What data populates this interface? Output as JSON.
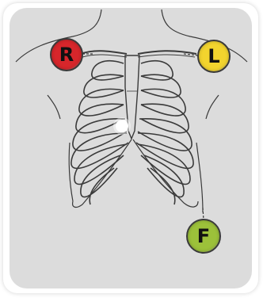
{
  "electrodes": {
    "right_arm": {
      "label": "R",
      "color": "#d7262b"
    },
    "left_arm": {
      "label": "L",
      "color": "#f2d42e"
    },
    "foot": {
      "label": "F",
      "color": "#9cc13a"
    }
  },
  "colors": {
    "background_panel": "#dcdcdc",
    "line_art": "#3a3a3a",
    "center_marker": "#ffffff"
  }
}
